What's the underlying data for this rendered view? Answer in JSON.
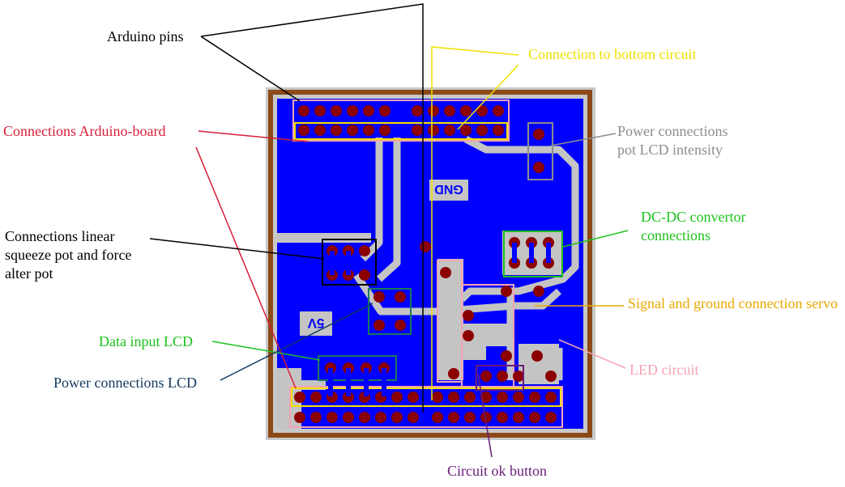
{
  "labels": {
    "arduino_pins": "Arduino pins",
    "connection_bottom": "Connection to bottom circuit",
    "connections_arduino_board": "Connections Arduino-board",
    "power_pot_lcd": "Power connections pot LCD intensity",
    "connections_linear": "Connections linear squeeze pot and force alter pot",
    "dcdc": "DC-DC convertor connections",
    "signal_servo": "Signal and ground connection servo",
    "data_input_lcd": "Data input LCD",
    "power_lcd": "Power connections LCD",
    "led_circuit": "LED circuit",
    "circuit_ok_button": "Circuit ok button"
  },
  "board_text": {
    "gnd": "GND",
    "five_v": "5V"
  },
  "colors": {
    "black": "#000000",
    "yellow": "#f0e000",
    "red": "#d81e38",
    "gray": "#8c8c8c",
    "green": "#1cc21c",
    "orange": "#e8a800",
    "teal": "#1a7a5a",
    "navy": "#13385e",
    "pink": "#f4a3b4",
    "purple": "#6a1a7a",
    "board_blue": "#0000ff",
    "trace_gray": "#c4c4c4",
    "pad_red": "#8b0000",
    "border_brown": "#8b4a18"
  }
}
